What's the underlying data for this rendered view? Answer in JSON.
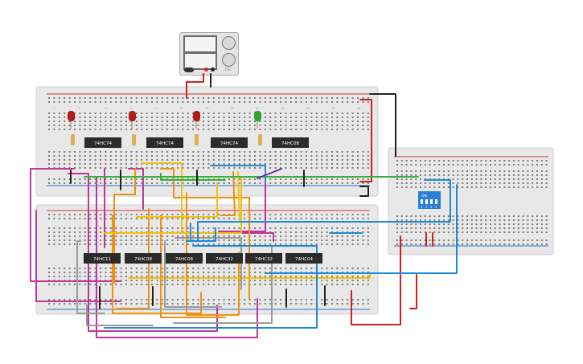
{
  "power_supply": {
    "label": "DC",
    "colors": {
      "positive": "#d12b2b",
      "negative": "#222222"
    }
  },
  "top_breadboard": {
    "chips": [
      "74HC74",
      "74HC74",
      "74HC74",
      "74HC08"
    ],
    "leds": [
      "red",
      "red",
      "red",
      "green"
    ],
    "column_numbers": [
      "1",
      "5",
      "10",
      "15",
      "20",
      "25",
      "30",
      "35",
      "40",
      "45",
      "50",
      "55",
      "60"
    ]
  },
  "bottom_breadboard": {
    "chips": [
      "74HC11",
      "74HC08",
      "74HC08",
      "74HC32",
      "74HC32",
      "74HC04"
    ]
  },
  "right_breadboard": {
    "dip_switch": {
      "label": "ON",
      "positions": [
        "1",
        "2",
        "3",
        "4"
      ]
    }
  },
  "colors": {
    "breadboard": "#e8e8e8",
    "chip": "#2b2b2b",
    "chip_text": "#ffffff",
    "rail_red": "#d33333",
    "rail_blue": "#2c6fd1",
    "dip_switch": "#2a7fd6",
    "wire_magenta": "#c0359c",
    "wire_orange": "#f0920d",
    "wire_yellow": "#f2c10f",
    "wire_blue": "#1f8ad8",
    "wire_grey": "#9a9a9a",
    "wire_green": "#3aae3a",
    "wire_purple": "#6a2aa8",
    "wire_red": "#cc2020",
    "wire_black": "#222222"
  }
}
